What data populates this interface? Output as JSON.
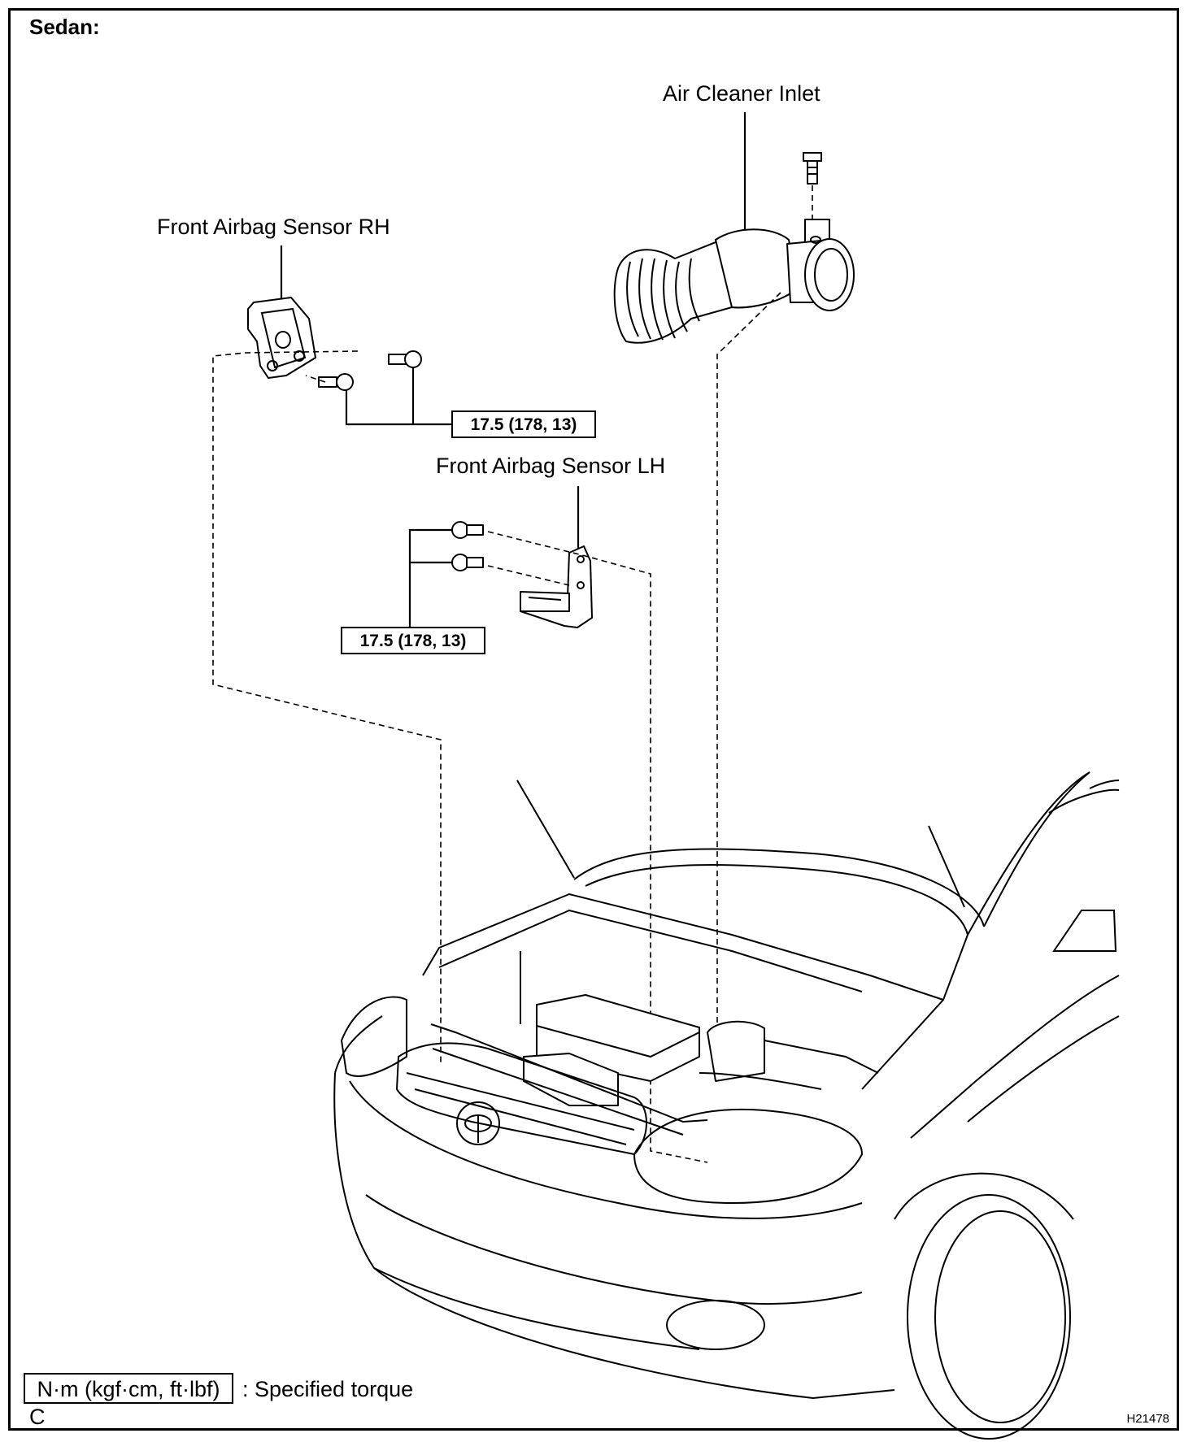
{
  "header": {
    "title": "Sedan:"
  },
  "labels": {
    "air_cleaner_inlet": "Air Cleaner Inlet",
    "front_airbag_sensor_rh": "Front Airbag Sensor RH",
    "front_airbag_sensor_lh": "Front Airbag Sensor LH"
  },
  "torque": {
    "rh_bolts": "17.5 (178, 13)",
    "lh_bolts": "17.5 (178, 13)"
  },
  "legend": {
    "unit_box": "N·m (kgf·cm, ft·lbf)",
    "description": ": Specified torque",
    "mark": "C"
  },
  "figure_code": "H21478"
}
